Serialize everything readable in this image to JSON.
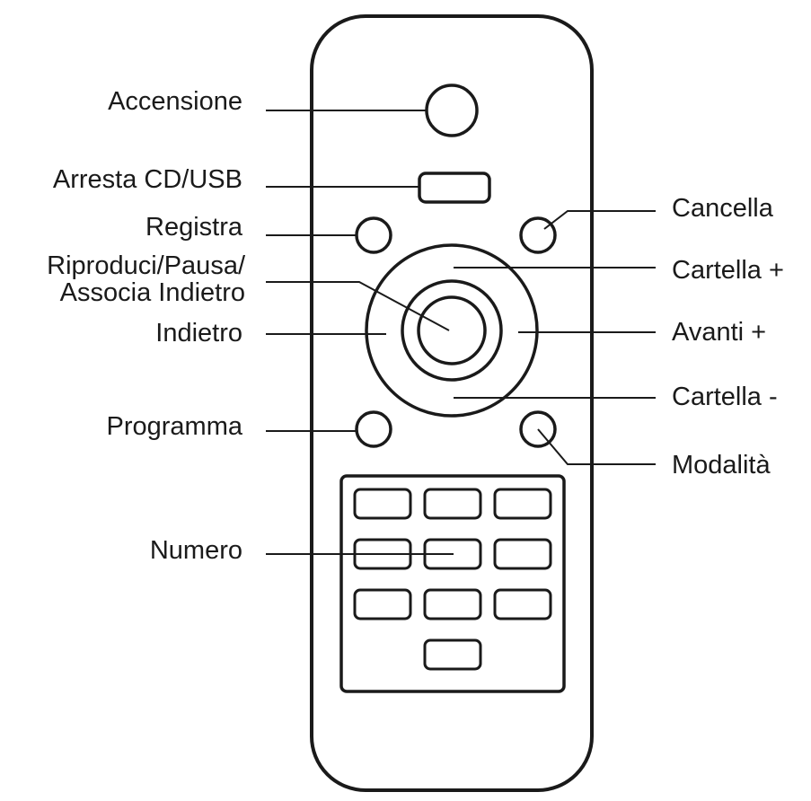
{
  "labels": {
    "accensione": "Accensione",
    "arresta": "Arresta CD/USB",
    "registra": "Registra",
    "riproduci_line1": "Riproduci/Pausa/",
    "riproduci_line2": "Associa Indietro",
    "indietro": "Indietro",
    "programma": "Programma",
    "numero": "Numero",
    "cancella": "Cancella",
    "cartella_plus": "Cartella +",
    "avanti_plus": "Avanti +",
    "cartella_minus": "Cartella -",
    "modalita": "Modalità"
  },
  "colors": {
    "outline": "#1a1a1a",
    "background": "#ffffff"
  }
}
